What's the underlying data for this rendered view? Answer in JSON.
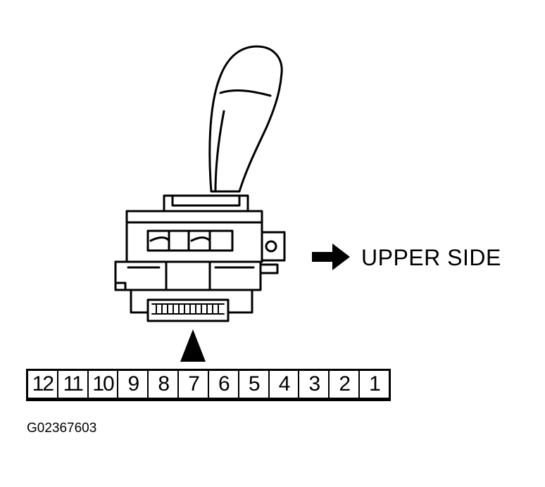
{
  "direction_label": "UPPER SIDE",
  "connector_pins": [
    "12",
    "11",
    "10",
    "9",
    "8",
    "7",
    "6",
    "5",
    "4",
    "3",
    "2",
    "1"
  ],
  "figure_code": "G02367603",
  "colors": {
    "ink": "#000000",
    "background": "#ffffff"
  }
}
